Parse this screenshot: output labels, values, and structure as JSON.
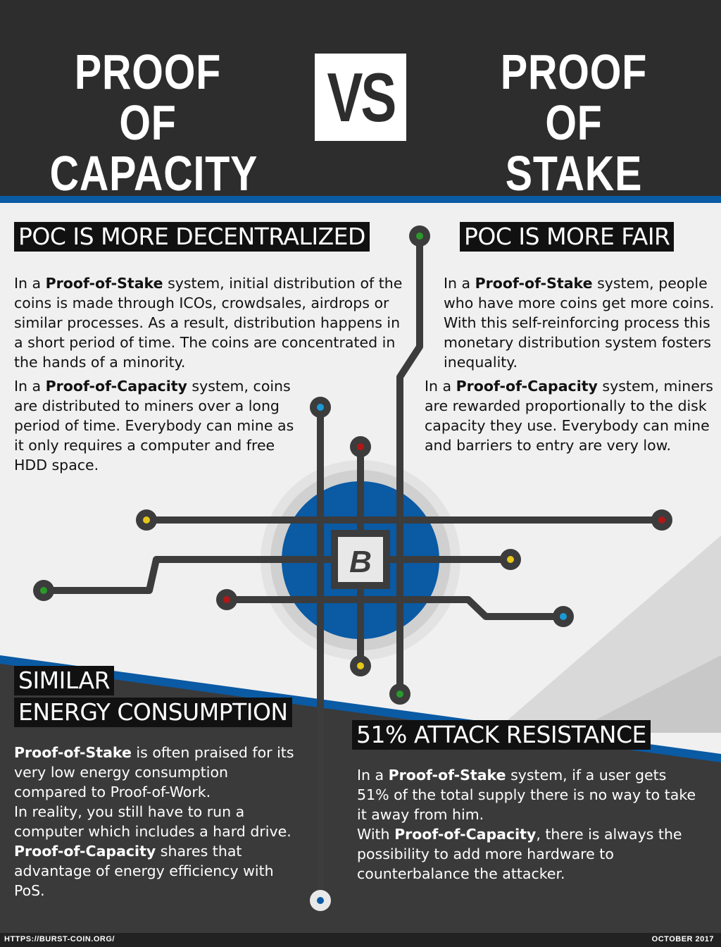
{
  "header": {
    "title_left_line1": "PROOF OF",
    "title_left_line2": "CAPACITY",
    "vs": "VS",
    "title_right_line1": "PROOF OF",
    "title_right_line2": "STAKE"
  },
  "sections": {
    "decentralized": {
      "heading": "POC IS MORE DECENTRALIZED",
      "pos_text": [
        "In a ",
        "Proof-of-Stake",
        " system, initial distribution of the coins is made through ICOs, crowdsales, airdrops or similar processes. As a result, distribution happens in a short period of time. The coins are concentrated in the hands of a minority."
      ],
      "poc_text": [
        "In a ",
        "Proof-of-Capacity",
        " system, coins are distributed to miners over a long period of time. Everybody can mine as it only requires a computer and free HDD space."
      ]
    },
    "fair": {
      "heading": "POC IS MORE FAIR",
      "pos_text": [
        "In a ",
        "Proof-of-Stake",
        " system, people who have more coins get more coins. With this self-reinforcing process this monetary distribution system fosters inequality."
      ],
      "poc_text": [
        "In a ",
        "Proof-of-Capacity",
        " system, miners are rewarded proportionally to the disk capacity they use. Everybody can mine and barriers to entry are very low."
      ]
    },
    "energy": {
      "heading_line1": "SIMILAR",
      "heading_line2": "ENERGY CONSUMPTION",
      "bold1": "Proof-of-Stake",
      "text1": " is often praised for its very low energy consumption compared to Proof-of-Work.",
      "text2": "In reality, you still have to run a computer which includes a hard drive.",
      "bold2": "Proof-of-Capacity",
      "text3": " shares that advantage of energy efficiency with PoS."
    },
    "attack": {
      "heading": "51% ATTACK RESISTANCE",
      "text1a": "In a ",
      "bold1": "Proof-of-Stake",
      "text1b": " system, if a user gets 51% of the total supply there is no way to take it away from him.",
      "text2a": "With ",
      "bold2": "Proof-of-Capacity",
      "text2b": ", there is always the possibility to add more hardware to counterbalance the attacker."
    }
  },
  "footer": {
    "url": "HTTPS://BURST-COIN.ORG/",
    "date": "OCTOBER 2017"
  },
  "colors": {
    "dark": "#2d2d2d",
    "blue": "#0a5aa4",
    "circuit": "#3c3c3c",
    "node_green": "#2a9a2a",
    "node_blue": "#1a9ad6",
    "node_red": "#b01818",
    "node_yellow": "#e6c619"
  },
  "icons": {
    "logo": "burst-coin-logo",
    "nodes": "circuit-node-dot"
  }
}
